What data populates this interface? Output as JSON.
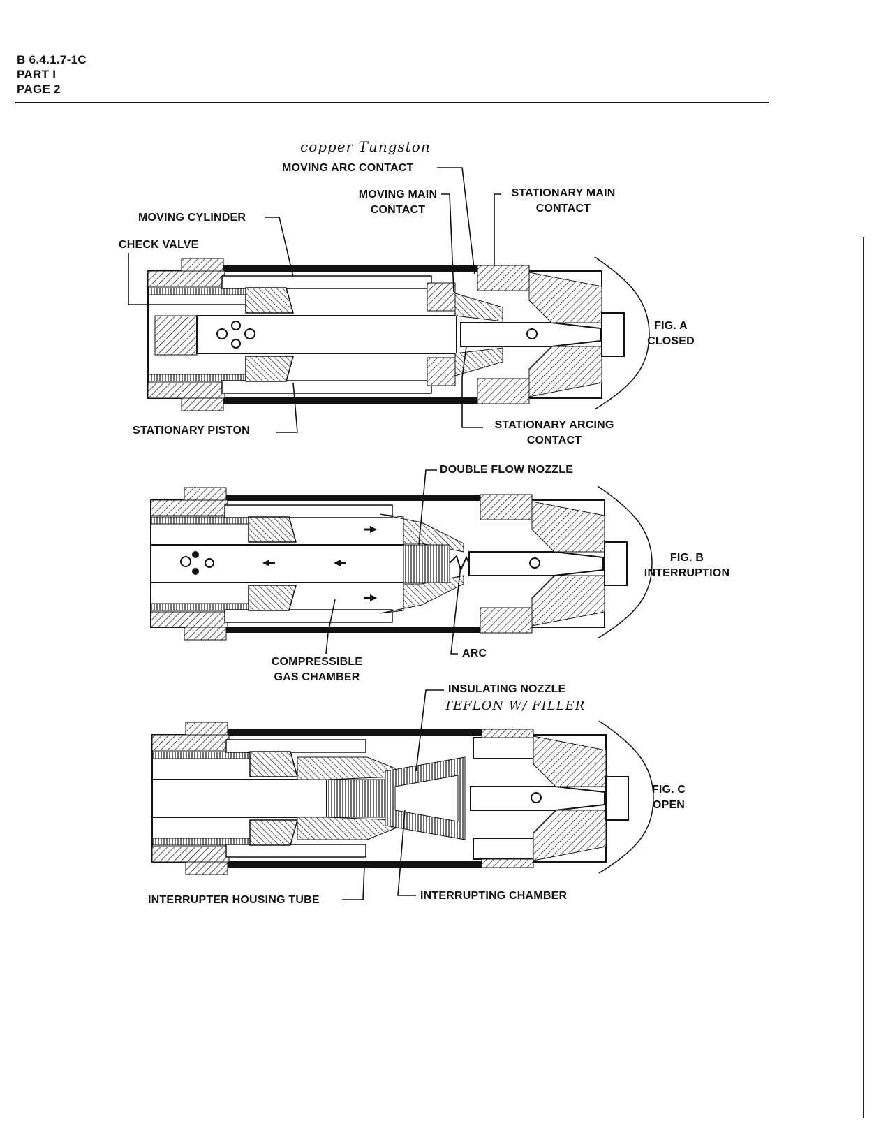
{
  "header": {
    "line1": "B 6.4.1.7-1C",
    "line2": "PART I",
    "line3": "PAGE 2"
  },
  "handwritten": {
    "arc_contact_material": "copper Tungston",
    "nozzle_material": "TEFLON W/ FILLER"
  },
  "fig_a": {
    "label": "FIG. A",
    "state": "CLOSED",
    "callouts": {
      "moving_arc_contact": "MOVING ARC CONTACT",
      "moving_main_contact_1": "MOVING MAIN",
      "moving_main_contact_2": "CONTACT",
      "stationary_main_contact_1": "STATIONARY MAIN",
      "stationary_main_contact_2": "CONTACT",
      "moving_cylinder": "MOVING CYLINDER",
      "check_valve": "CHECK VALVE",
      "stationary_piston": "STATIONARY PISTON",
      "stationary_arcing_contact_1": "STATIONARY ARCING",
      "stationary_arcing_contact_2": "CONTACT"
    }
  },
  "fig_b": {
    "label": "FIG. B",
    "state": "INTERRUPTION",
    "callouts": {
      "double_flow_nozzle": "DOUBLE FLOW NOZZLE",
      "compressible_gas_chamber_1": "COMPRESSIBLE",
      "compressible_gas_chamber_2": "GAS CHAMBER",
      "arc": "ARC"
    }
  },
  "fig_c": {
    "label": "FIG. C",
    "state": "OPEN",
    "callouts": {
      "insulating_nozzle": "INSULATING NOZZLE",
      "interrupter_housing_tube": "INTERRUPTER HOUSING TUBE",
      "interrupting_chamber": "INTERRUPTING CHAMBER"
    }
  }
}
